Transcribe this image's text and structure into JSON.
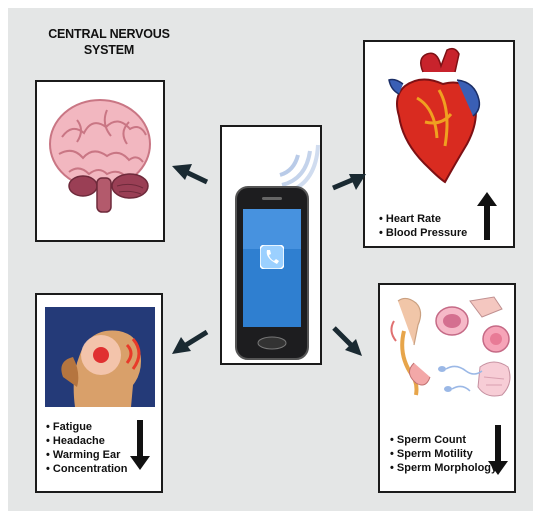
{
  "title": {
    "line1": "CENTRAL NERVOUS",
    "line2": "SYSTEM"
  },
  "heart": {
    "effects": [
      "Heart Rate",
      "Blood Pressure"
    ],
    "direction": "up"
  },
  "head": {
    "effects": [
      "Fatigue",
      "Headache",
      "Warming Ear",
      "Concentration"
    ],
    "direction": "down"
  },
  "sperm": {
    "effects": [
      "Sperm Count",
      "Sperm Motility",
      "Sperm Morphology"
    ],
    "direction": "down"
  },
  "colors": {
    "background": "#e4e6e6",
    "panel_border": "#1b1b1b",
    "arrow": "#1a2a32",
    "phone_screen": "#2f7fd0"
  },
  "icons": [
    "brain-icon",
    "heart-icon",
    "phone-icon",
    "call-icon",
    "head-pain-icon",
    "reproductive-icon"
  ]
}
